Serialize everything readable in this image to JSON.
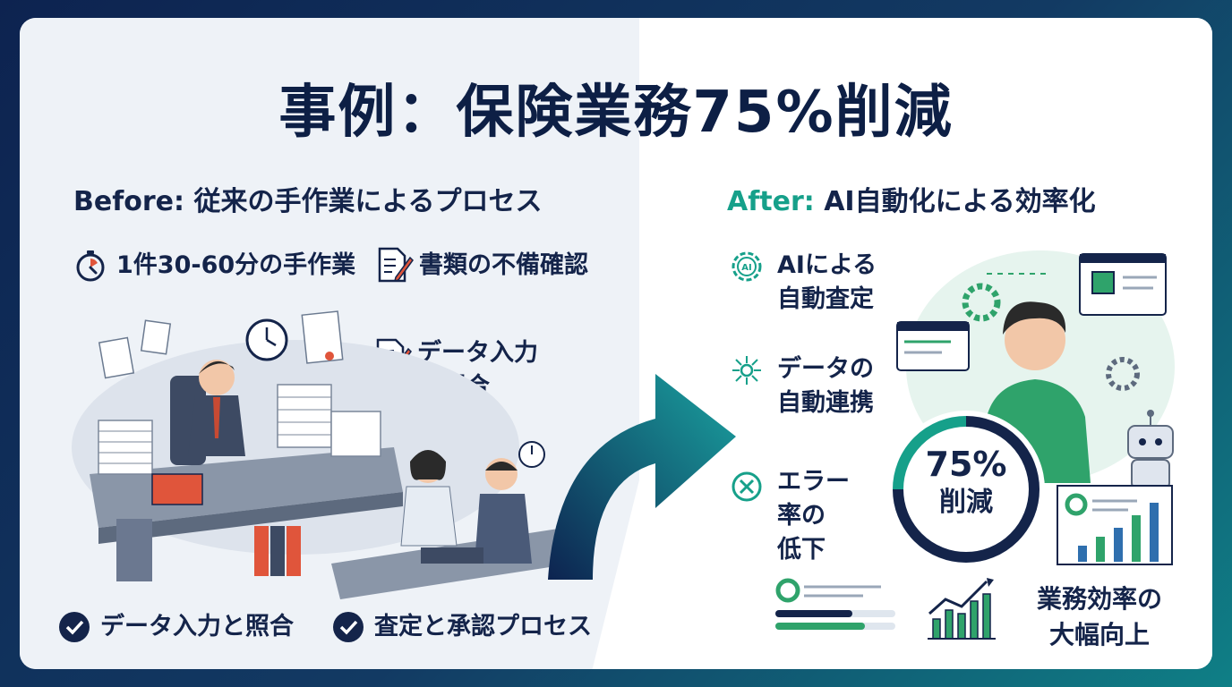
{
  "title": "事例：保険業務75%削減",
  "before": {
    "heading": "Before: 従来の手作業によるプロセス",
    "items": [
      {
        "label": "1件30-60分の手作業",
        "icon": "stopwatch-icon"
      },
      {
        "label": "書類の不備確認",
        "icon": "document-pen-icon"
      },
      {
        "label": "データ入力\nと照合",
        "icon": "document-pen-icon"
      }
    ],
    "bottom": [
      {
        "label": "データ入力と照合",
        "icon": "check-circle-icon"
      },
      {
        "label": "査定と承認プロセス",
        "icon": "check-circle-icon"
      }
    ]
  },
  "after": {
    "heading_prefix": "After:",
    "heading_rest": " AI自動化による効率化",
    "items": [
      {
        "label_line1": "AIによる",
        "label_line2": "自動査定",
        "icon": "ai-gear-icon"
      },
      {
        "label_line1": "データの",
        "label_line2": "自動連携",
        "icon": "network-icon"
      },
      {
        "label_line1": "エラー",
        "label_line2": "率の",
        "label_line3": "低下",
        "icon": "x-circle-icon"
      }
    ],
    "badge_value": "75%",
    "badge_label": "削減",
    "efficiency_line1": "業務効率の",
    "efficiency_line2": "大幅向上"
  },
  "colors": {
    "navy": "#14244a",
    "teal": "#16a08a",
    "green": "#2fa36b",
    "accent_red": "#e0553b"
  }
}
